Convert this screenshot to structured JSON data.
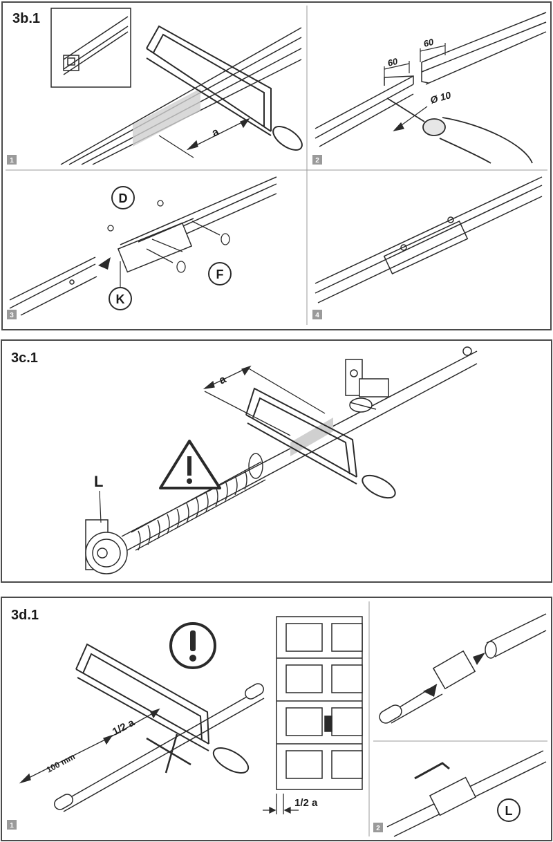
{
  "panel_3b": {
    "title": "3b.1",
    "sub1": {
      "num": "1",
      "dim_label": "a"
    },
    "sub2": {
      "num": "2",
      "dim_left": "60",
      "dim_right": "60",
      "diameter": "Ø 10"
    },
    "sub3": {
      "num": "3",
      "callout_d": "D",
      "callout_f": "F",
      "callout_k": "K"
    },
    "sub4": {
      "num": "4"
    }
  },
  "panel_3c": {
    "title": "3c.1",
    "dim_label": "a",
    "label_l": "L",
    "warning_icon": "warning-triangle-icon"
  },
  "panel_3d": {
    "title": "3d.1",
    "sub1": {
      "num": "1",
      "dim_100": "100 mm",
      "half_a": "1/2 a",
      "door_half_a": "1/2 a",
      "attention_icon": "exclamation-circle-icon"
    },
    "sub2": {
      "num": "2",
      "label_l": "L"
    }
  },
  "colors": {
    "line": "#2a2a2a",
    "frame": "#4a4a4a",
    "highlight": "#d0d0d0",
    "badge": "#9a9a9a"
  }
}
